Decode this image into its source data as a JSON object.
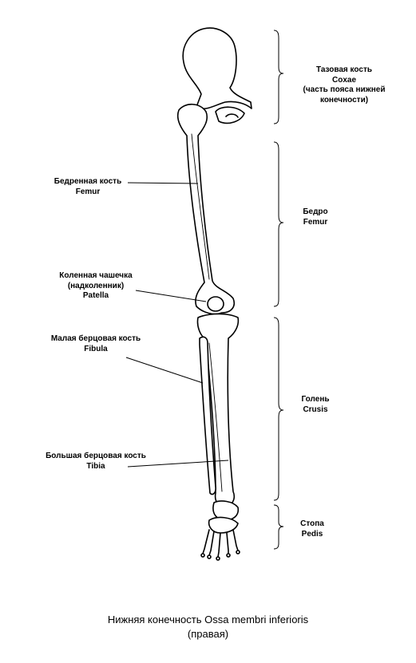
{
  "labels": {
    "pelvis": {
      "line1": "Тазовая кость",
      "line2": "Coxae",
      "line3": "(часть пояса нижней",
      "line4": "конечности)"
    },
    "thigh": {
      "line1": "Бедро",
      "line2": "Femur"
    },
    "crus": {
      "line1": "Голень",
      "line2": "Crusis"
    },
    "pedis": {
      "line1": "Стопа",
      "line2": "Pedis"
    },
    "femur": {
      "line1": "Бедренная кость",
      "line2": "Femur"
    },
    "patella": {
      "line1": "Коленная чашечка",
      "line2": "(надколенник)",
      "line3": "Patella"
    },
    "fibula": {
      "line1": "Малая берцовая кость",
      "line2": "Fibula"
    },
    "tibia": {
      "line1": "Большая берцовая кость",
      "line2": "Tibia"
    }
  },
  "caption": {
    "line1": "Нижняя конечность Ossa membri inferioris",
    "line2": "(правая)"
  }
}
